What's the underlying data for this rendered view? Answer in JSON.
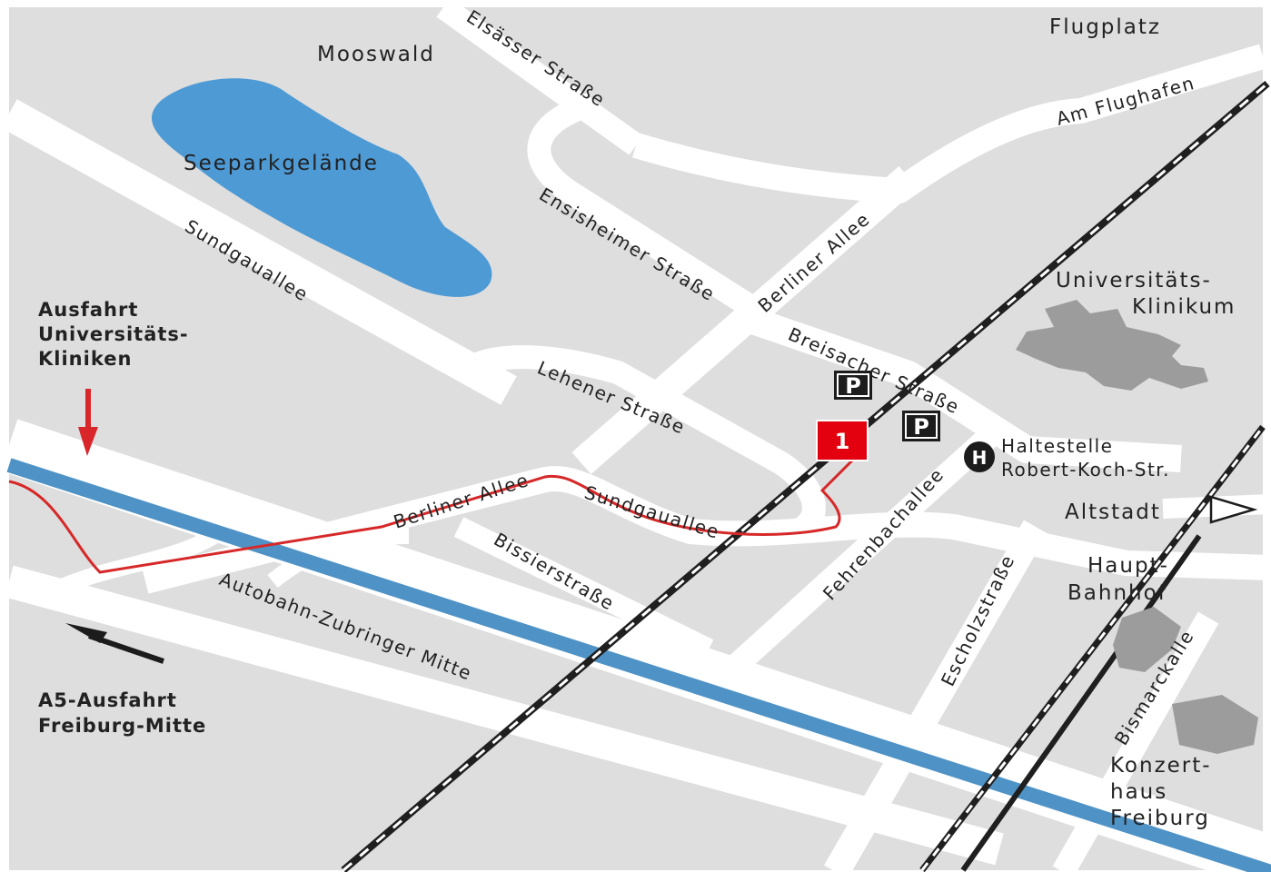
{
  "map": {
    "colors": {
      "land": "#dedede",
      "road": "#ffffff",
      "water": "#4d9ad5",
      "canal": "#4f93c6",
      "rail": "#1f1f1f",
      "route": "#d62828",
      "marker": "#e3000f",
      "building": "#9c9c9c",
      "arrow_red": "#d8262b",
      "arrow_dark": "#1c1c1c"
    },
    "places": {
      "mooswald": "Mooswald",
      "flugplatz": "Flugplatz",
      "seepark": "Seeparkgelände",
      "uni_line1": "Universitäts-",
      "uni_line2": "Klinikum",
      "altstadt": "Altstadt",
      "hbf_line1": "Haupt-",
      "hbf_line2": "Bahnhof",
      "konzert_line1": "Konzert-",
      "konzert_line2": "haus",
      "konzert_line3": "Freiburg",
      "haltestelle_line1": "Haltestelle",
      "haltestelle_line2": "Robert-Koch-Str."
    },
    "streets": {
      "elsaesser": "Elsässer Straße",
      "am_flughafen": "Am Flughafen",
      "ensisheimer": "Ensisheimer Straße",
      "berliner_allee_north": "Berliner Allee",
      "sundgauallee_west": "Sundgauallee",
      "breisacher": "Breisacher Straße",
      "lehener": "Lehener Straße",
      "berliner_allee_south": "Berliner Allee",
      "sundgauallee_south": "Sundgauallee",
      "bissier": "Bissierstraße",
      "autobahn": "Autobahn-Zubringer Mitte",
      "fehrenbach": "Fehrenbachallee",
      "escholz": "Escholzstraße",
      "bismarck": "Bismarckalle"
    },
    "notes": {
      "ausfahrt_line1": "Ausfahrt",
      "ausfahrt_line2": "Universitäts-",
      "ausfahrt_line3": "Kliniken",
      "a5_line1": "A5-Ausfahrt",
      "a5_line2": "Freiburg-Mitte"
    },
    "symbols": {
      "parking": "P",
      "stop": "H",
      "destination_number": "1"
    },
    "icons": {
      "parking": "parking-icon",
      "tram_stop": "tram-stop-icon",
      "destination": "destination-marker-icon",
      "direction_arrow": "triangle-arrow-icon"
    }
  }
}
